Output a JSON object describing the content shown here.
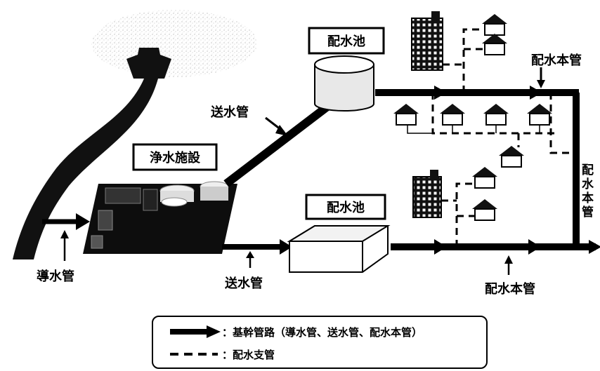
{
  "labels": {
    "haisuichi_top": "配水池",
    "haisuichi_bottom": "配水池",
    "jousui_shisetsu": "浄水施設",
    "sousuikan_upper": "送水管",
    "sousuikan_lower": "送水管",
    "dousuikan": "導水管",
    "haisui_honkan_top": "配水本管",
    "haisui_honkan_bottom": "配水本管",
    "haisui_honkan_right": [
      "配",
      "水",
      "本",
      "管"
    ]
  },
  "legend": {
    "main_pipe": "：基幹管路（導水管、送水管、配水本管）",
    "branch_pipe": "：配水支管"
  }
}
